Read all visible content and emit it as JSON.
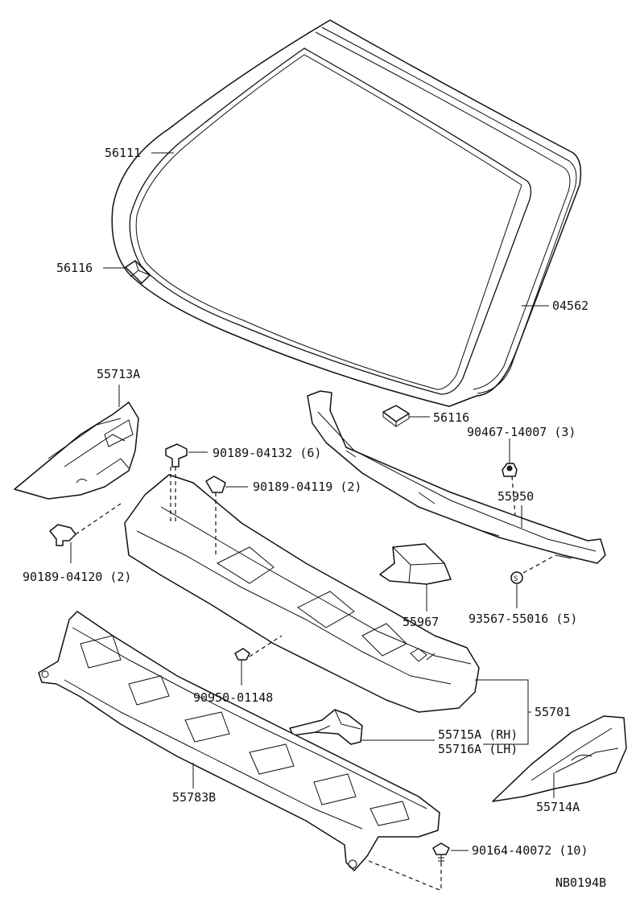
{
  "diagram_id": "NB0194B",
  "labels": {
    "windshield_glass": "56111",
    "spacer_left": "56116",
    "spacer_bottom": "56116",
    "moulding": "04562",
    "side_panel_left": "55713A",
    "clip_top": "90189-04132 (6)",
    "clip_mid": "90189-04119 (2)",
    "clip_left": "90189-04120 (2)",
    "clip_right": "90467-14007 (3)",
    "cowl_seal": "55950",
    "nut": "93567-55016 (5)",
    "duct": "55967",
    "screw": "90950-01148",
    "cowl_panel": "55701",
    "bracket_rh": "55715A (RH)",
    "bracket_lh": "55716A (LH)",
    "louver": "55783B",
    "side_panel_right": "55714A",
    "screw_bottom": "90164-40072 (10)"
  }
}
